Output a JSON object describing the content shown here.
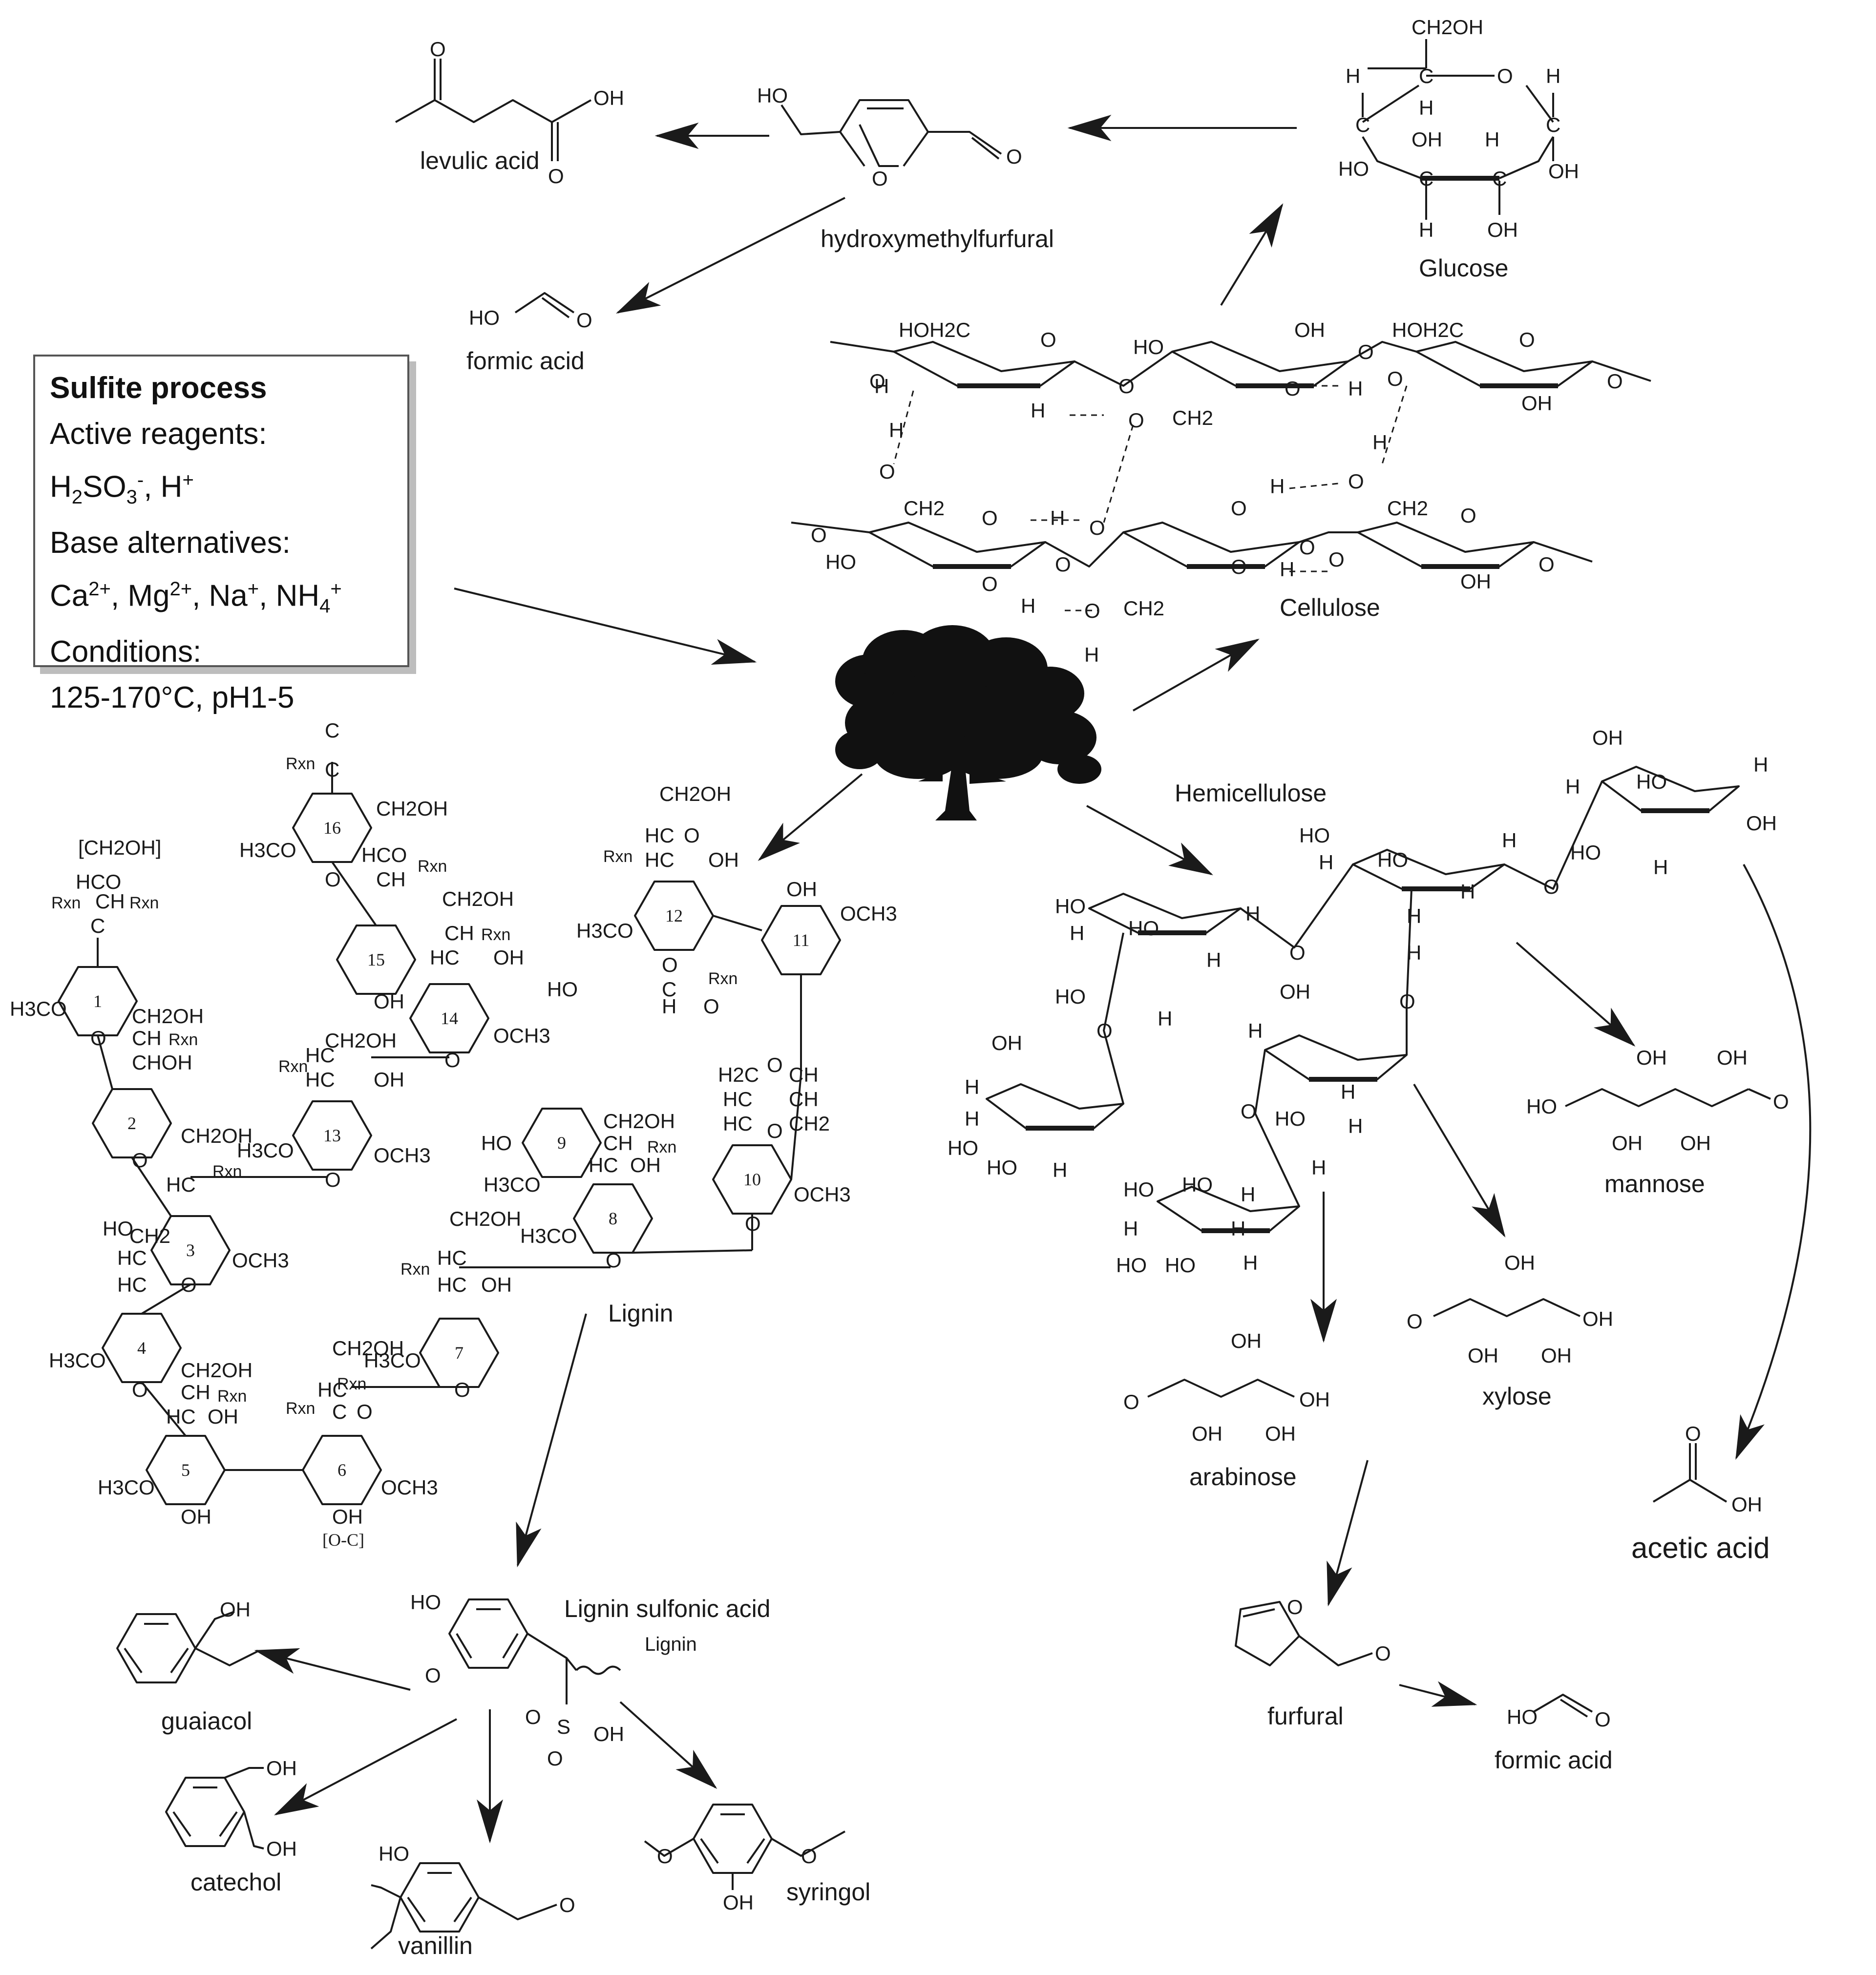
{
  "info_box": {
    "title": "Sulfite process",
    "line1": "Active reagents:",
    "line2_parts": [
      "H",
      "2",
      "SO",
      "3",
      "-",
      ", H",
      "+"
    ],
    "line3": "Base alternatives:",
    "line4_parts": [
      "Ca",
      "2+",
      ", Mg",
      "2+",
      ", Na",
      "+",
      ", NH",
      "4",
      "+"
    ],
    "line5": "Conditions:",
    "line6": "125-170°C, pH1-5"
  },
  "labels": {
    "levulic_acid": "levulic acid",
    "hmf": "hydroxymethylfurfural",
    "formic_acid_top": "formic acid",
    "glucose": "Glucose",
    "cellulose": "Cellulose",
    "hemicellulose": "Hemicellulose",
    "lignin": "Lignin",
    "lignin_sulfonic_acid": "Lignin sulfonic acid",
    "lignin_chain": "Lignin",
    "guaiacol": "guaiacol",
    "catechol": "catechol",
    "vanillin": "vanillin",
    "syringol": "syringol",
    "mannose": "mannose",
    "xylose": "xylose",
    "arabinose": "arabinose",
    "furfural": "furfural",
    "formic_acid_bottom": "formic acid",
    "acetic_acid": "acetic acid"
  },
  "atoms": {
    "oh": "OH",
    "ho": "HO",
    "o": "O",
    "h": "H",
    "c": "C",
    "ch2oh": "CH2OH",
    "hoh2c": "HOH2C",
    "ch2": "CH2",
    "h3co": "H3CO",
    "och3": "OCH3",
    "rxn": "Rxn",
    "ch2oh_bracket": "[CH2OH]",
    "oc_bracket": "[O-C]",
    "hco": "HCO",
    "hc": "HC",
    "ch": "CH",
    "choh": "CHOH",
    "h2c": "H2C",
    "so3h_s": "S"
  },
  "lignin_units": [
    "1",
    "2",
    "3",
    "4",
    "5",
    "6",
    "7",
    "8",
    "9",
    "10",
    "11",
    "12",
    "13",
    "14",
    "15",
    "16"
  ],
  "colors": {
    "ink": "#1a1a1a",
    "box_border": "#555555",
    "box_shadow": "#bdbdbd"
  },
  "icons": [
    "tree-icon"
  ]
}
